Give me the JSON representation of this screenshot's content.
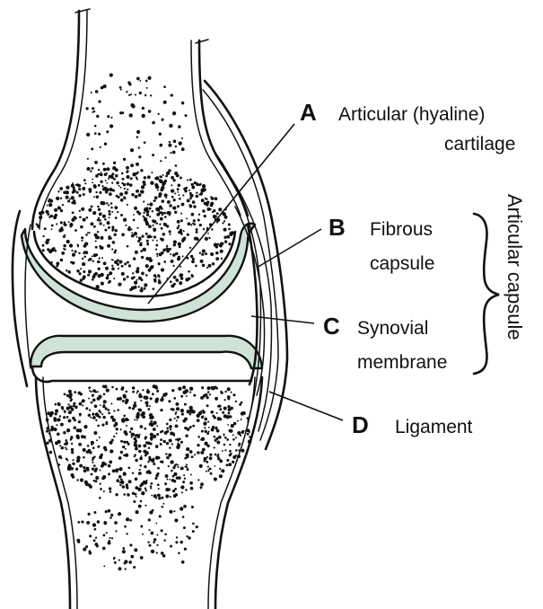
{
  "labels": {
    "a": {
      "letter": "A",
      "text_line1": "Articular (hyaline)",
      "text_line2": "cartilage"
    },
    "b": {
      "letter": "B",
      "text_line1": "Fibrous",
      "text_line2": "capsule"
    },
    "c": {
      "letter": "C",
      "text_line1": "Synovial",
      "text_line2": "membrane"
    },
    "d": {
      "letter": "D",
      "text_line1": "Ligament"
    },
    "bracket": {
      "text": "Articular capsule"
    }
  },
  "colors": {
    "cartilage": "#cfe3d9",
    "outline": "#111111",
    "background": "#ffffff"
  }
}
